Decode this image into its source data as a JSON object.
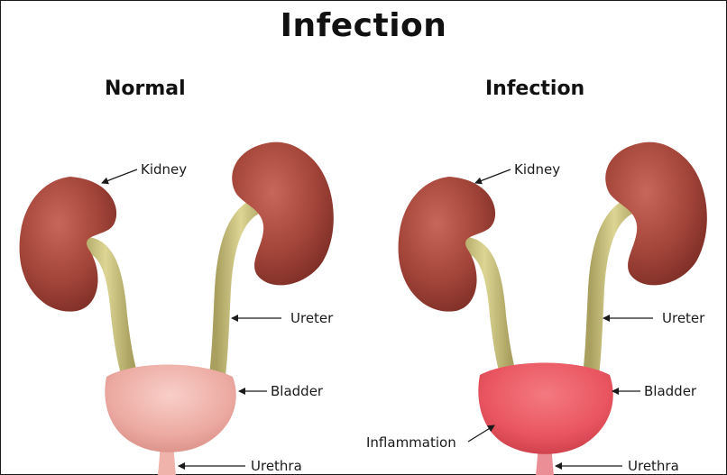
{
  "title": "Infection",
  "panels": [
    {
      "heading": "Normal",
      "labels": {
        "kidney": "Kidney",
        "ureter": "Ureter",
        "bladder": "Bladder",
        "urethra": "Urethra"
      }
    },
    {
      "heading": "Infection",
      "labels": {
        "kidney": "Kidney",
        "ureter": "Ureter",
        "bladder": "Bladder",
        "inflammation": "Inflammation",
        "urethra": "Urethra"
      }
    }
  ],
  "colors": {
    "kidney": "#a4453a",
    "ureter": "#c9c07e",
    "bladder_normal": "#ecaaa2",
    "bladder_infected": "#e95560"
  }
}
